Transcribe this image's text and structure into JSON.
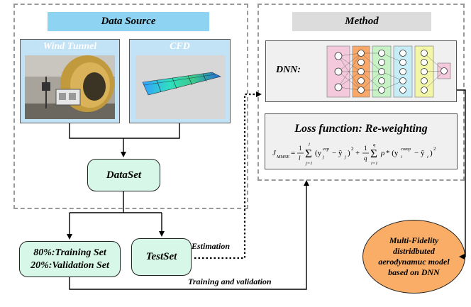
{
  "data_source": {
    "header": "Data Source",
    "wind_tunnel": {
      "title": "Wind Tunnel"
    },
    "cfd": {
      "title": "CFD"
    },
    "dataset": "DataSet"
  },
  "method": {
    "header": "Method",
    "dnn_label": "DNN:",
    "loss_title": "Loss function: Re-weighting"
  },
  "splits": {
    "training_line1": "80%:Training Set",
    "training_line2": "20%:Validation Set",
    "testset": "TestSet"
  },
  "edges": {
    "estimation": "Estimation",
    "training_validation": "Training and validation"
  },
  "result": {
    "line1": "Multi-Fidelity",
    "line2": "distridbuted",
    "line3": "aerodynamuc model",
    "line4": "based on DNN"
  },
  "colors": {
    "header_blue": "#8ed4f2",
    "header_gray": "#dcdcdc",
    "panel_blue": "#c2e2f6",
    "mint": "#d7f7e8",
    "orange": "#f9ad66"
  }
}
